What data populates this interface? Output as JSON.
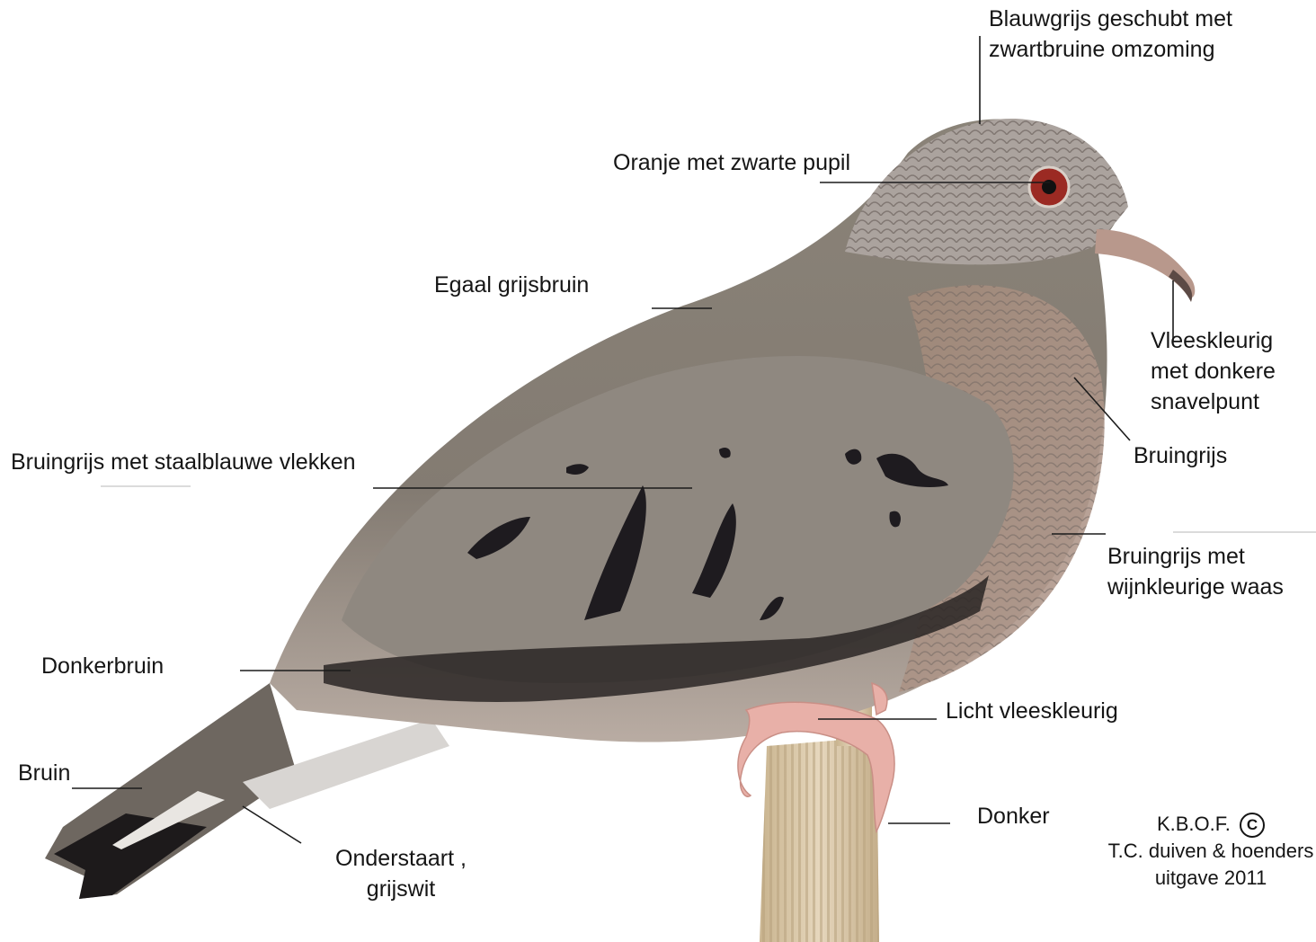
{
  "labels": {
    "crown": [
      "Blauwgrijs geschubt met",
      "zwartbruine omzoming"
    ],
    "eye": "Oranje met zwarte pupil",
    "back": "Egaal grijsbruin",
    "beak": [
      "Vleeskleurig",
      "met donkere",
      "snavelpunt"
    ],
    "neck": "Bruingrijs",
    "wing": "Bruingrijs met staalblauwe vlekken",
    "breast": [
      "Bruingrijs met",
      "wijnkleurige waas"
    ],
    "flight_feathers": "Donkerbruin",
    "feet": "Licht vleeskleurig",
    "tail": "Bruin",
    "nails": "Donker",
    "undertail": [
      "Onderstaart ,",
      "grijswit"
    ]
  },
  "credit": {
    "line1": "K.B.O.F.",
    "symbol": "C",
    "line2": "T.C. duiven & hoenders",
    "line3": "uitgave 2011"
  },
  "colors": {
    "background": "#ffffff",
    "body_grey_brown": "#8e877c",
    "wing_spots": "#1e1b1f",
    "head_scaled": "#a9a29c",
    "iris": "#b52a22",
    "leg": "#e8b0a8",
    "perch": "#d9c7a6"
  }
}
